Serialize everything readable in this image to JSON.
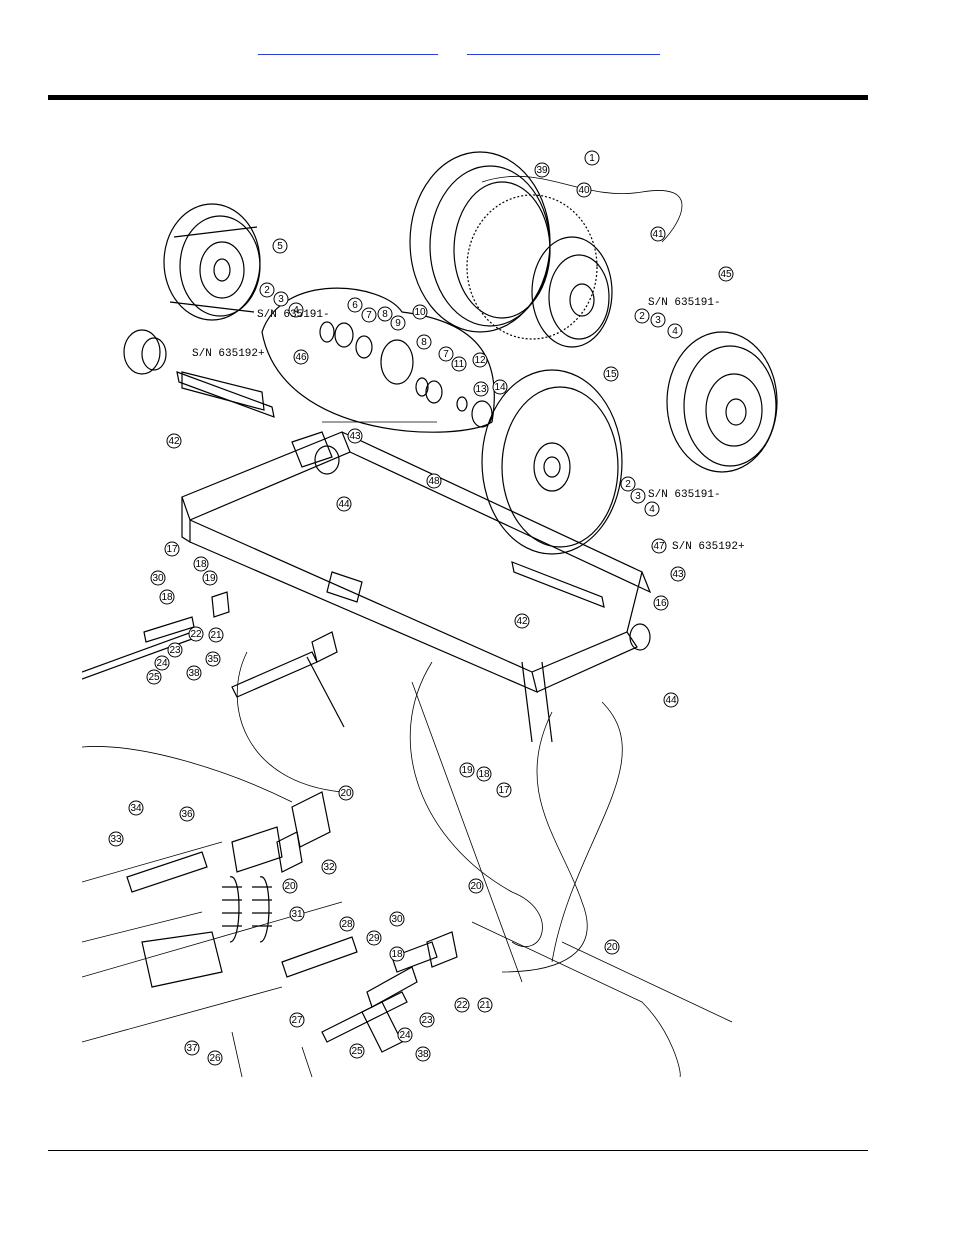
{
  "header": {
    "links": [
      {
        "label": ""
      },
      {
        "label": ""
      }
    ]
  },
  "diagram": {
    "serial_notes": {
      "sn_minus_1": "S/N 635191-",
      "sn_plus_1": "S/N 635192+",
      "sn_minus_2": "S/N 635191-",
      "sn_minus_3": "S/N 635191-",
      "sn_plus_2": "S/N 635192+"
    },
    "callouts": [
      "1",
      "2",
      "3",
      "4",
      "5",
      "6",
      "7",
      "8",
      "9",
      "10",
      "11",
      "12",
      "13",
      "14",
      "15",
      "16",
      "17",
      "18",
      "19",
      "20",
      "21",
      "22",
      "23",
      "24",
      "25",
      "26",
      "27",
      "28",
      "29",
      "30",
      "31",
      "32",
      "33",
      "34",
      "35",
      "36",
      "37",
      "38",
      "39",
      "40",
      "41",
      "42",
      "43",
      "44",
      "45",
      "46",
      "47",
      "48"
    ]
  }
}
